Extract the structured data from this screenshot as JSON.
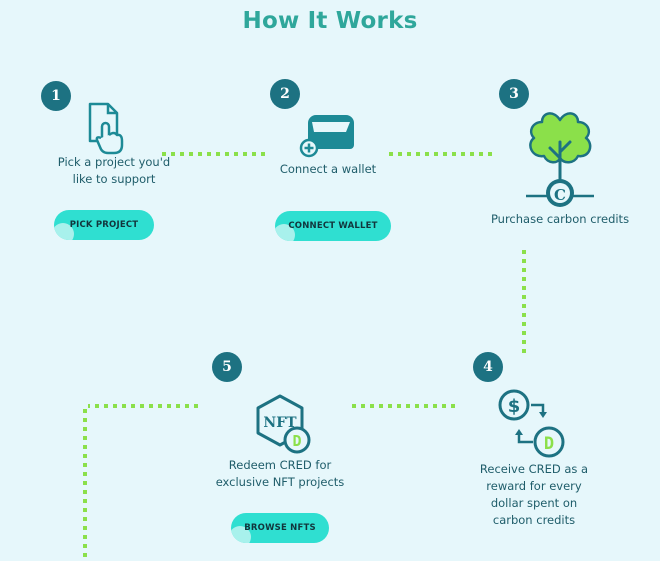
{
  "title": "How It Works",
  "steps": [
    {
      "num": "1",
      "text": "Pick a project you'd like to support",
      "button": "PICK PROJECT",
      "icon": "hand-pointer-icon"
    },
    {
      "num": "2",
      "text": "Connect a wallet",
      "button": "CONNECT WALLET",
      "icon": "wallet-icon"
    },
    {
      "num": "3",
      "text": "Purchase carbon credits",
      "icon": "tree-credit-icon"
    },
    {
      "num": "4",
      "text": "Receive CRED as a reward for every dollar spent on carbon credits",
      "icon": "exchange-icon"
    },
    {
      "num": "5",
      "text": "Redeem CRED for exclusive NFT projects",
      "button": "BROWSE NFTS",
      "icon": "nft-icon"
    }
  ],
  "icon_text": {
    "credit_letter": "C",
    "nft_label": "NFT",
    "cred_glyph": "D",
    "dollar": "$"
  },
  "colors": {
    "accent": "#2fa79b",
    "dark": "#1d7282",
    "button": "#2fdfd1",
    "dots": "#8be04a",
    "leaf": "#8be04a"
  }
}
